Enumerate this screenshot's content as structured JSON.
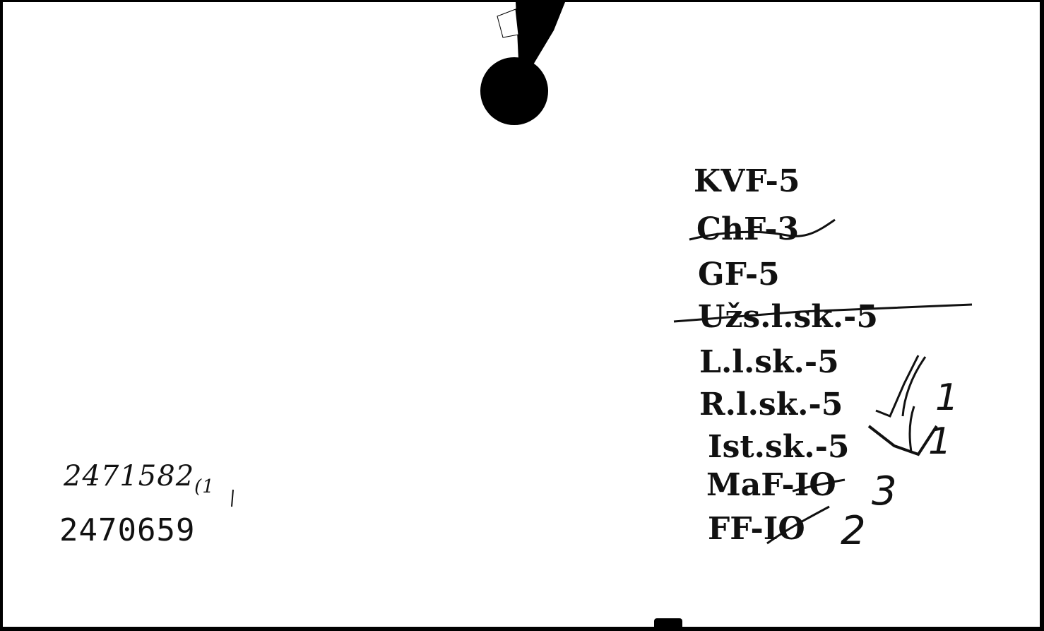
{
  "subjects": [
    {
      "label": "KVF-5",
      "struck": false
    },
    {
      "label": "ChF-3",
      "struck": true
    },
    {
      "label": "GF-5",
      "struck": false
    },
    {
      "label": "Užs.l.sk.-5",
      "struck": true
    },
    {
      "label": "L.l.sk.-5",
      "struck": false
    },
    {
      "label": "R.l.sk.-5",
      "struck": false
    },
    {
      "label": "Ist.sk.-5",
      "struck": false
    },
    {
      "label": "MaF-IO",
      "struck": false
    },
    {
      "label": "FF-IO",
      "struck": false
    }
  ],
  "handwritten": {
    "maf_grade": "3",
    "ff_grade": "2",
    "rl_grade": "1",
    "ist_grade": "1"
  },
  "identifiers": {
    "handwritten_number": "2471582",
    "handwritten_suffix": "(1",
    "typed_number": "2470659"
  },
  "colors": {
    "ink": "#111111",
    "card": "#ffffff",
    "background": "#000000"
  }
}
